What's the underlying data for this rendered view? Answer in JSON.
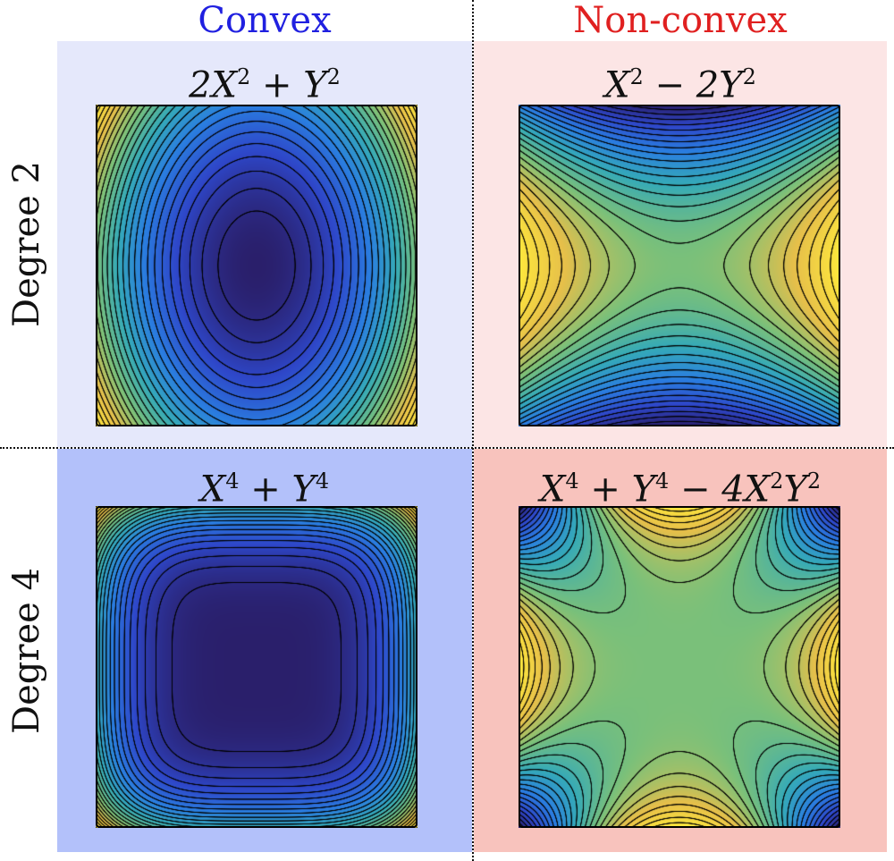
{
  "columns": [
    {
      "label": "Convex",
      "color": "#2020e0"
    },
    {
      "label": "Non-convex",
      "color": "#e02020"
    }
  ],
  "rows": [
    {
      "label": "Degree 2"
    },
    {
      "label": "Degree 4"
    }
  ],
  "panels": [
    {
      "id": "convex-deg2",
      "formula_parts": [
        "2X",
        "2",
        " + Y",
        "2",
        "",
        ""
      ],
      "background": "#e5e8fb",
      "function": "2X^2+Y^2"
    },
    {
      "id": "nonconvex-deg2",
      "formula_parts": [
        "X",
        "2",
        " − 2Y",
        "2",
        "",
        ""
      ],
      "background": "#fce5e5",
      "function": "X^2-2Y^2"
    },
    {
      "id": "convex-deg4",
      "formula_parts": [
        "X",
        "4",
        " + Y",
        "4",
        "",
        ""
      ],
      "background": "#b3c1fa",
      "function": "X^4+Y^4"
    },
    {
      "id": "nonconvex-deg4",
      "formula_parts": [
        "X",
        "4",
        " + Y",
        "4",
        " − 4X",
        "2Y2"
      ],
      "background": "#f8c3bd",
      "function": "X^4+Y^4-4X^2Y^2"
    }
  ],
  "colormap": [
    "#2a1f6b",
    "#2e47c9",
    "#2a7ee0",
    "#35aab8",
    "#7ac07a",
    "#e6bf4a",
    "#ffe93c"
  ]
}
